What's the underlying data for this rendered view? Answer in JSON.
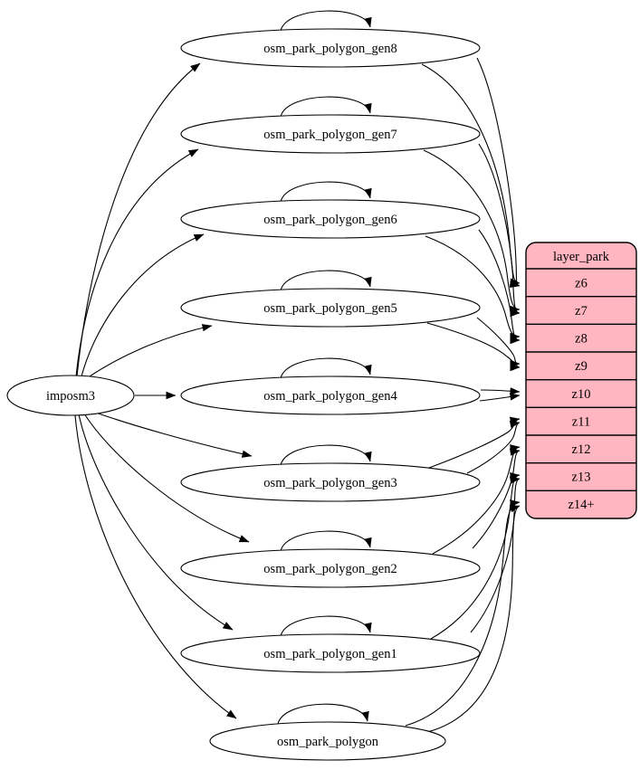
{
  "diagram": {
    "type": "etl-graph",
    "source": {
      "label": "imposm3"
    },
    "tables": [
      {
        "label": "osm_park_polygon_gen8"
      },
      {
        "label": "osm_park_polygon_gen7"
      },
      {
        "label": "osm_park_polygon_gen6"
      },
      {
        "label": "osm_park_polygon_gen5"
      },
      {
        "label": "osm_park_polygon_gen4"
      },
      {
        "label": "osm_park_polygon_gen3"
      },
      {
        "label": "osm_park_polygon_gen2"
      },
      {
        "label": "osm_park_polygon_gen1"
      },
      {
        "label": "osm_park_polygon"
      }
    ],
    "layer": {
      "title": "layer_park",
      "rows": [
        {
          "label": "z6"
        },
        {
          "label": "z7"
        },
        {
          "label": "z8"
        },
        {
          "label": "z9"
        },
        {
          "label": "z10"
        },
        {
          "label": "z11"
        },
        {
          "label": "z12"
        },
        {
          "label": "z13"
        },
        {
          "label": "z14+"
        }
      ]
    },
    "edges": {
      "from_source": [
        "osm_park_polygon_gen8",
        "osm_park_polygon_gen7",
        "osm_park_polygon_gen6",
        "osm_park_polygon_gen5",
        "osm_park_polygon_gen4",
        "osm_park_polygon_gen3",
        "osm_park_polygon_gen2",
        "osm_park_polygon_gen1",
        "osm_park_polygon"
      ],
      "self_loops": [
        "osm_park_polygon_gen8",
        "osm_park_polygon_gen7",
        "osm_park_polygon_gen6",
        "osm_park_polygon_gen5",
        "osm_park_polygon_gen4",
        "osm_park_polygon_gen3",
        "osm_park_polygon_gen2",
        "osm_park_polygon_gen1",
        "osm_park_polygon"
      ],
      "table_to_layer": [
        {
          "from": "osm_park_polygon_gen8",
          "to": "z6",
          "edge_count": 2
        },
        {
          "from": "osm_park_polygon_gen7",
          "to": "z7",
          "edge_count": 2
        },
        {
          "from": "osm_park_polygon_gen6",
          "to": "z8",
          "edge_count": 2
        },
        {
          "from": "osm_park_polygon_gen5",
          "to": "z9",
          "edge_count": 2
        },
        {
          "from": "osm_park_polygon_gen4",
          "to": "z10",
          "edge_count": 2
        },
        {
          "from": "osm_park_polygon_gen3",
          "to": "z11",
          "edge_count": 2
        },
        {
          "from": "osm_park_polygon_gen2",
          "to": "z12",
          "edge_count": 2
        },
        {
          "from": "osm_park_polygon_gen1",
          "to": "z13",
          "edge_count": 2
        },
        {
          "from": "osm_park_polygon",
          "to": "z14+",
          "edge_count": 2
        }
      ]
    },
    "colors": {
      "background": "#ffffff",
      "node_fill": "#ffffff",
      "stroke": "#000000",
      "layer_fill": "#ffb6c1"
    }
  }
}
